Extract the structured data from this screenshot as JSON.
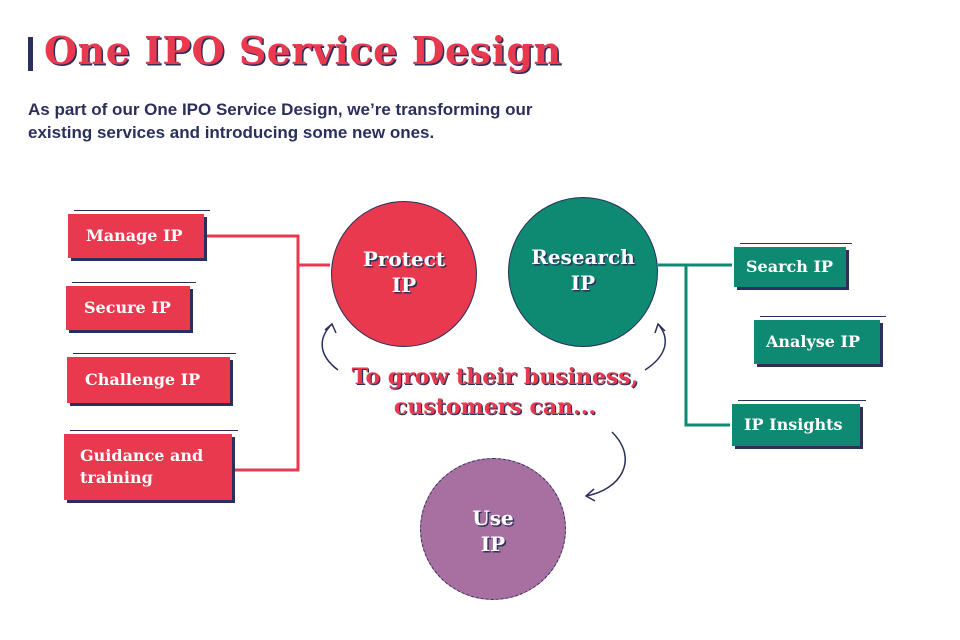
{
  "header": {
    "title": "One IPO Service Design",
    "intro": "As part of our One IPO Service Design, we’re transforming our existing services and introducing some new ones."
  },
  "left_services": [
    "Manage IP",
    "Secure IP",
    "Challenge IP",
    "Guidance and training"
  ],
  "right_services": [
    "Search IP",
    "Analyse IP",
    "IP Insights"
  ],
  "circles": {
    "protect": {
      "line1": "Protect",
      "line2": "IP"
    },
    "research": {
      "line1": "Research",
      "line2": "IP"
    },
    "use": {
      "line1": "Use",
      "line2": "IP"
    }
  },
  "tagline": {
    "line1": "To grow their business,",
    "line2": "customers can..."
  },
  "colors": {
    "red": "#e8394f",
    "green": "#0e8a72",
    "purple": "#a770a0",
    "navy": "#2a2f5c"
  }
}
